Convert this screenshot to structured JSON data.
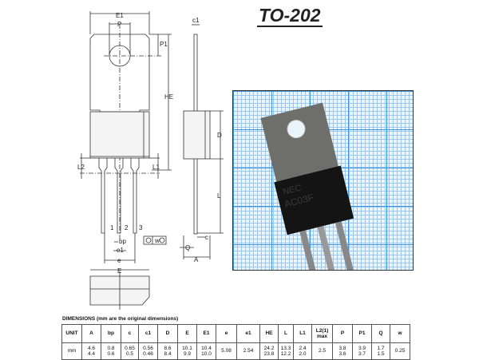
{
  "title": "TO-202",
  "photo": {
    "marking": [
      "NEC",
      "AC03F"
    ]
  },
  "drawing_labels": {
    "E1": "E1",
    "P": "P",
    "P1": "P1",
    "HE": "HE",
    "c1": "c1",
    "D": "D",
    "L": "L",
    "L1": "L1",
    "L2": "L2",
    "pin1": "1",
    "pin2": "2",
    "pin3": "3",
    "bp": "bp",
    "e1": "e1",
    "e": "e",
    "c": "c",
    "Q": "Q",
    "A": "A",
    "E": "E",
    "w": "w",
    "M": "M"
  },
  "dimensions_table": {
    "heading": "DIMENSIONS (mm are the original dimensions)",
    "headers": [
      "UNIT",
      "A",
      "bp",
      "c",
      "c1",
      "D",
      "E",
      "E1",
      "e",
      "e1",
      "HE",
      "L",
      "L1",
      "L2(1) max",
      "P",
      "P1",
      "Q",
      "w"
    ],
    "row": {
      "unit": "mm",
      "values": [
        [
          "4.6",
          "4.4"
        ],
        [
          "0.8",
          "0.6"
        ],
        [
          "0.65",
          "0.5"
        ],
        [
          "0.56",
          "0.46"
        ],
        [
          "8.6",
          "8.4"
        ],
        [
          "10.1",
          "9.9"
        ],
        [
          "10.4",
          "10.0"
        ],
        [
          "5.08"
        ],
        [
          "2.54"
        ],
        [
          "24.2",
          "23.8"
        ],
        [
          "13.3",
          "12.2"
        ],
        [
          "2.4",
          "2.0"
        ],
        [
          "2.5"
        ],
        [
          "3.8",
          "3.6"
        ],
        [
          "3.9",
          "3.7"
        ],
        [
          "1.7",
          "1.5"
        ],
        [
          "0.25"
        ]
      ]
    }
  }
}
